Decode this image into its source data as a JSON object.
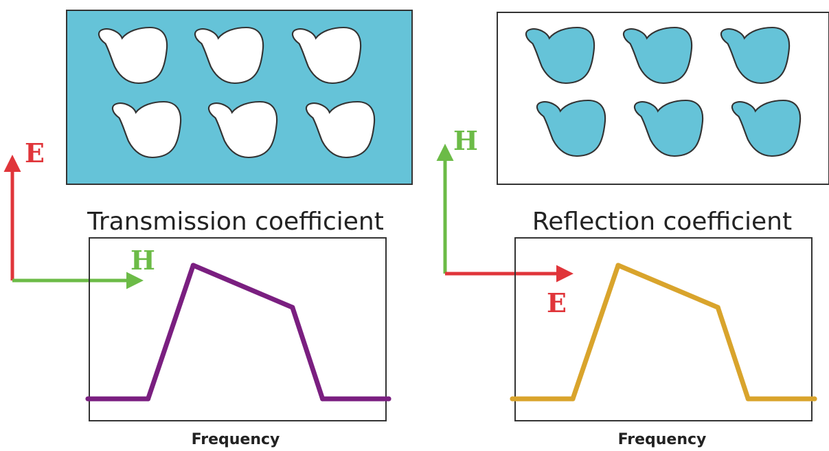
{
  "colors": {
    "metal": "#65c3d8",
    "outline": "#3a3a3a",
    "e_field": "#e0353a",
    "h_field": "#6cbb47",
    "transmission_curve": "#7a1f80",
    "reflection_curve": "#d9a42c",
    "background": "#ffffff"
  },
  "left_panel": {
    "field_E": "E",
    "field_H": "H",
    "title": "Transmission coefficient",
    "xlabel": "Frequency"
  },
  "right_panel": {
    "field_E": "E",
    "field_H": "H",
    "title": "Reflection coefficient",
    "xlabel": "Frequency"
  },
  "chart_data": [
    {
      "type": "line",
      "title": "Transmission coefficient",
      "xlabel": "Frequency",
      "ylabel": "",
      "x": [
        0,
        0.2,
        0.35,
        0.68,
        0.78,
        1.0
      ],
      "y": [
        0.12,
        0.12,
        0.85,
        0.62,
        0.12,
        0.12
      ],
      "xlim": [
        0,
        1
      ],
      "ylim": [
        0,
        1
      ],
      "grid": false,
      "line_color": "#7a1f80"
    },
    {
      "type": "line",
      "title": "Reflection coefficient",
      "xlabel": "Frequency",
      "ylabel": "",
      "x": [
        0,
        0.2,
        0.35,
        0.68,
        0.78,
        1.0
      ],
      "y": [
        0.12,
        0.12,
        0.85,
        0.62,
        0.12,
        0.12
      ],
      "xlim": [
        0,
        1
      ],
      "ylim": [
        0,
        1
      ],
      "grid": false,
      "line_color": "#d9a42c"
    }
  ]
}
